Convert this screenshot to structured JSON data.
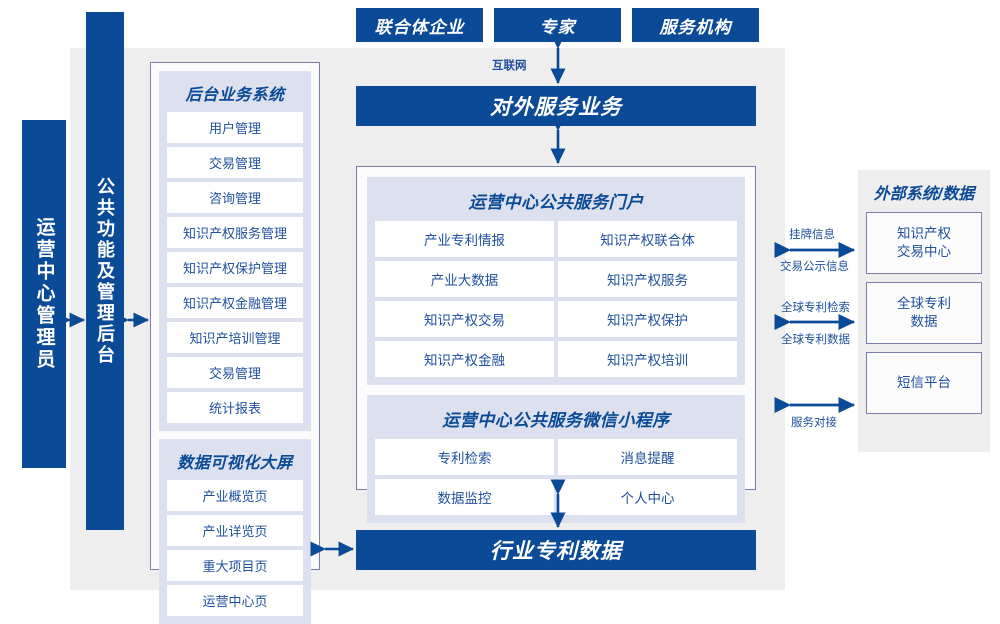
{
  "top_actors": [
    {
      "label": "联合体企业"
    },
    {
      "label": "专家"
    },
    {
      "label": "服务机构"
    }
  ],
  "connectors": {
    "internet_label": "互联网",
    "external_links": [
      {
        "above": "挂牌信息",
        "below": "交易公示信息"
      },
      {
        "above": "全球专利检索",
        "below": "全球专利数据"
      },
      {
        "above": "",
        "below": "服务对接"
      }
    ]
  },
  "left": {
    "admin_bar": "运营中心管理员",
    "backend_bar": "公共功能及管理后台",
    "groups": [
      {
        "title": "后台业务系统",
        "items": [
          "用户管理",
          "交易管理",
          "咨询管理",
          "知识产权服务管理",
          "知识产权保护管理",
          "知识产权金融管理",
          "知识产培训管理",
          "交易管理",
          "统计报表"
        ]
      },
      {
        "title": "数据可视化大屏",
        "items": [
          "产业概览页",
          "产业详览页",
          "重大项目页",
          "运营中心页"
        ]
      }
    ]
  },
  "center": {
    "service_bar": "对外服务业务",
    "data_bar": "行业专利数据",
    "sections": [
      {
        "title": "运营中心公共服务门户",
        "items": [
          "产业专利情报",
          "知识产权联合体",
          "产业大数据",
          "知识产权服务",
          "知识产权交易",
          "知识产权保护",
          "知识产权金融",
          "知识产权培训"
        ]
      },
      {
        "title": "运营中心公共服务微信小程序",
        "items": [
          "专利检索",
          "消息提醒",
          "数据监控",
          "个人中心"
        ]
      }
    ]
  },
  "right": {
    "title": "外部系统/数据",
    "boxes": [
      "知识产权\n交易中心",
      "全球专利\n数据",
      "短信平台"
    ]
  },
  "colors": {
    "brand_blue": "#0a4a96",
    "panel_border": "#7b7fab",
    "section_bg": "#dde1ef",
    "stage_bg": "#eeeeee",
    "text_blue": "#1f4f9e"
  }
}
